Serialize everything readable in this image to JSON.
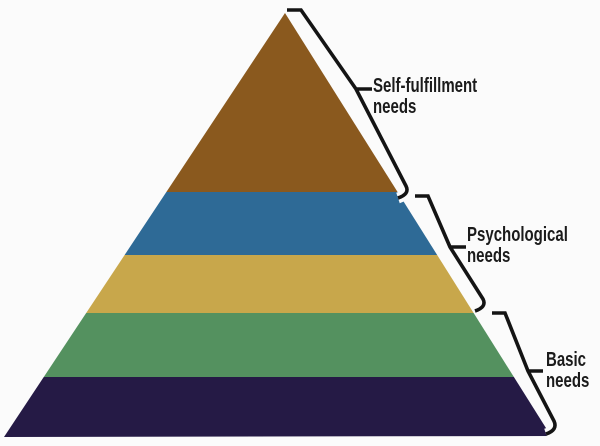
{
  "background_color": "#fbfbfb",
  "outline_color": "#141414",
  "halo_color": "#fbfbfb",
  "text_color": "#1b1b1b",
  "pyramid": {
    "tiers": [
      {
        "name": "tier-1-top",
        "color": "#8a591e"
      },
      {
        "name": "tier-2",
        "color": "#2e6a96"
      },
      {
        "name": "tier-3",
        "color": "#c8a74b"
      },
      {
        "name": "tier-4",
        "color": "#54915f"
      },
      {
        "name": "tier-5-bottom",
        "color": "#251a45"
      }
    ]
  },
  "annotations": [
    {
      "label": "Self-fulfillment\nneeds"
    },
    {
      "label": "Psychological\nneeds"
    },
    {
      "label": "Basic\nneeds"
    }
  ]
}
